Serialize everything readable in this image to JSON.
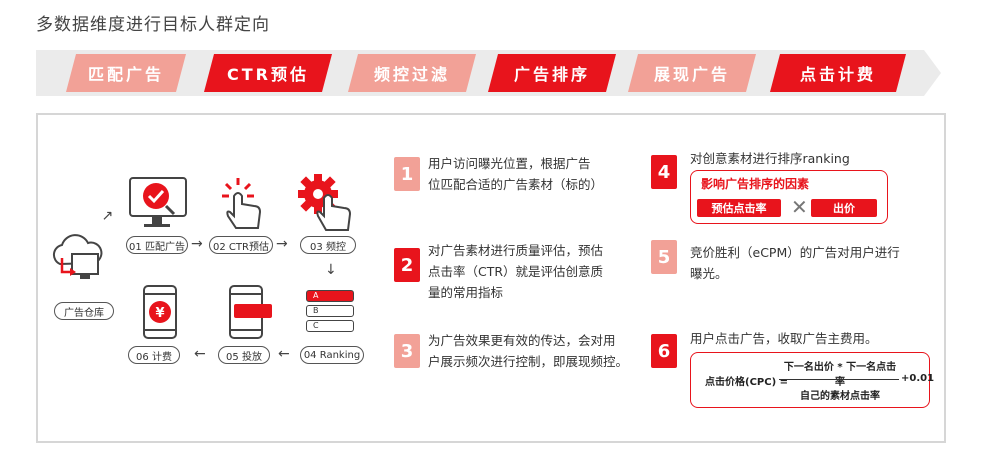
{
  "title": "多数据维度进行目标人群定向",
  "pipeline": [
    {
      "label": "匹配广告",
      "tone": "light"
    },
    {
      "label": "CTR预估",
      "tone": "dark"
    },
    {
      "label": "频控过滤",
      "tone": "light"
    },
    {
      "label": "广告排序",
      "tone": "dark"
    },
    {
      "label": "展现广告",
      "tone": "light"
    },
    {
      "label": "点击计费",
      "tone": "dark"
    }
  ],
  "flow": {
    "warehouse": "广告仓库",
    "steps": [
      "01 匹配广告",
      "02 CTR预估",
      "03 频控",
      "04 Ranking",
      "05 投放",
      "06 计费"
    ],
    "ranking_list": [
      "A",
      "B",
      "C"
    ],
    "coin_symbol": "¥"
  },
  "items": [
    {
      "num": "1",
      "text_lines": [
        "用户访问曝光位置，根据广告",
        "位匹配合适的广告素材（标的）"
      ]
    },
    {
      "num": "2",
      "text_lines": [
        "对广告素材进行质量评估，预估",
        "点击率（CTR）就是评估创意质",
        "量的常用指标"
      ]
    },
    {
      "num": "3",
      "text_lines": [
        "为广告效果更有效的传达，会对用",
        "户展示频次进行控制，即展现频控。"
      ]
    },
    {
      "num": "4",
      "text_lines": [
        "对创意素材进行排序ranking"
      ]
    },
    {
      "num": "5",
      "text_lines": [
        "竞价胜利（eCPM）的广告对用户进行",
        "曝光。"
      ]
    },
    {
      "num": "6",
      "text_lines": [
        "用户点击广告，收取广告主费用。"
      ]
    }
  ],
  "factors": {
    "title": "影响广告排序的因素",
    "left": "预估点击率",
    "operator": "✕",
    "right": "出价"
  },
  "formula": {
    "label": "点击价格(CPC)",
    "eq": "=",
    "numerator": "下一名出价 * 下一名点击率",
    "denominator": "自己的素材点击率",
    "plus": "+0.01"
  },
  "colors": {
    "dark_red": "#e8141c",
    "light_red": "#f2a197",
    "band_grey": "#e9e9e9"
  }
}
